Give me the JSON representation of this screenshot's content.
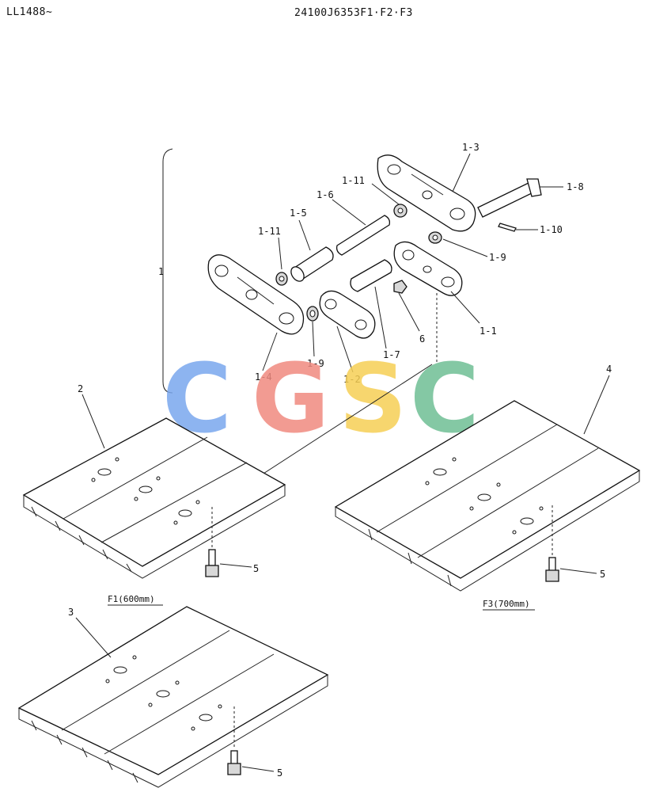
{
  "header": {
    "model": "LL1488~",
    "part_number": "24100J6353F1·F2·F3"
  },
  "callouts": {
    "assy": "1",
    "c1_1": "1-1",
    "c1_2": "1-2",
    "c1_3": "1-3",
    "c1_4": "1-4",
    "c1_5": "1-5",
    "c1_6": "1-6",
    "c1_7": "1-7",
    "c1_8": "1-8",
    "c1_9a": "1-9",
    "c1_9b": "1-9",
    "c1_10": "1-10",
    "c1_11a": "1-11",
    "c1_11b": "1-11",
    "c2": "2",
    "c3": "3",
    "c4": "4",
    "c5a": "5",
    "c5b": "5",
    "c5c": "5",
    "c6": "6"
  },
  "captions": {
    "f1": "F1(600mm)",
    "f3": "F3(700mm)"
  },
  "watermark": {
    "letters": [
      "C",
      "G",
      "S",
      "C"
    ],
    "colors": [
      "#7aa7ee",
      "#f08a80",
      "#f6cf55",
      "#6fbf95"
    ]
  }
}
